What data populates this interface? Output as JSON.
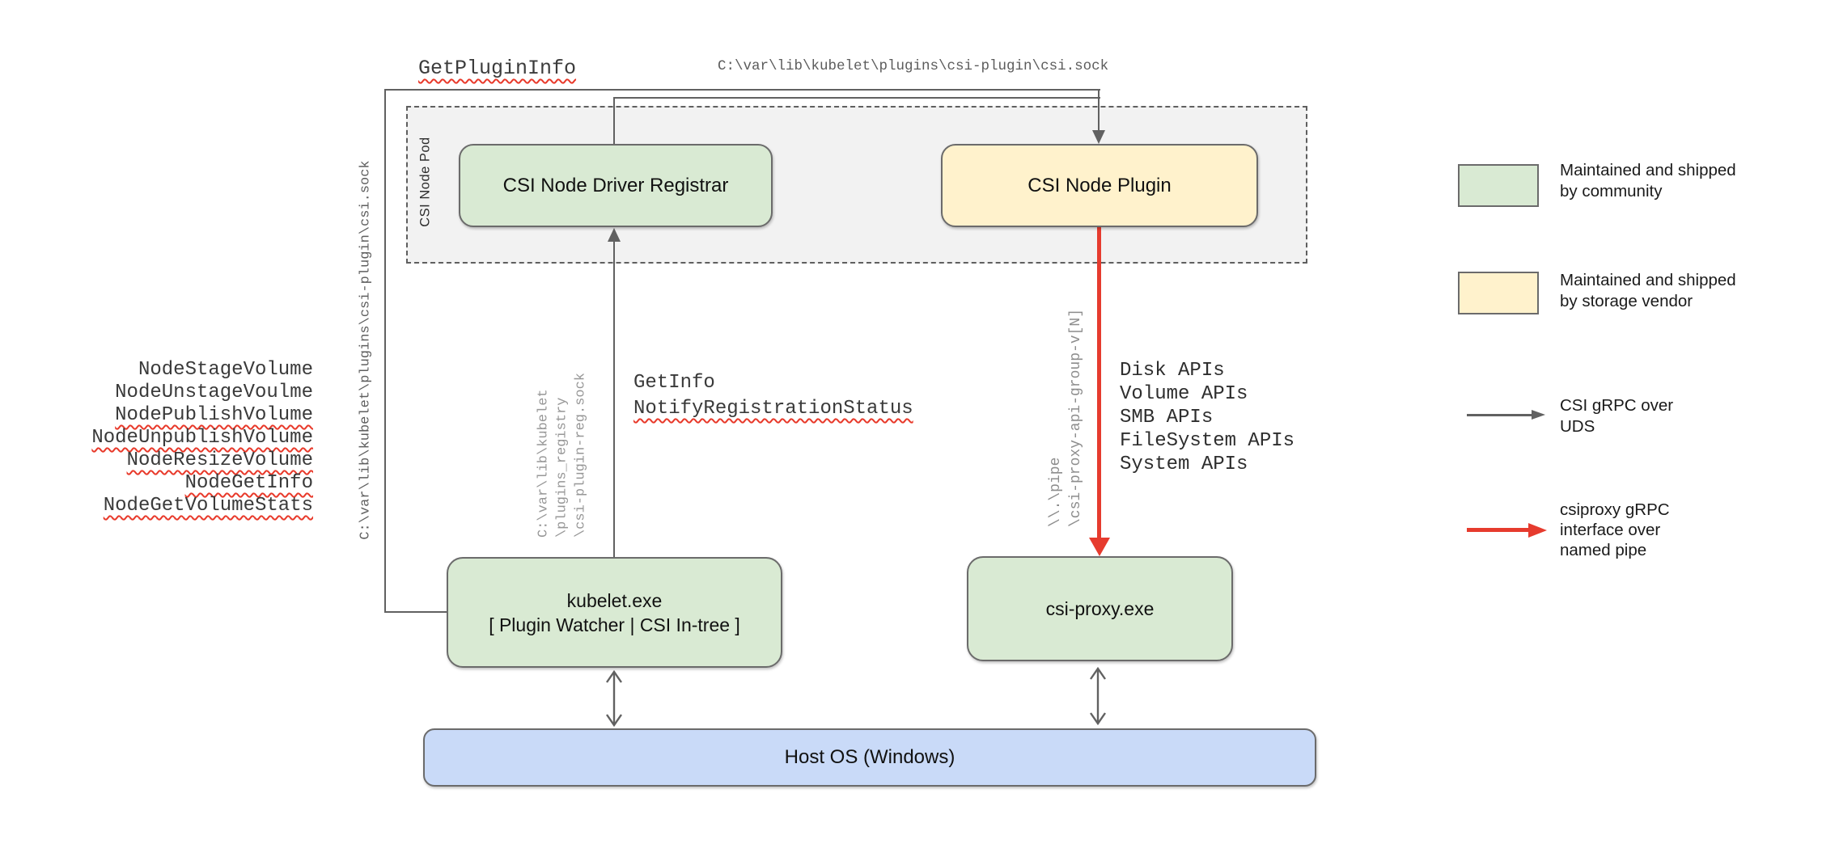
{
  "nodes": {
    "pod_label": "CSI Node Pod",
    "registrar": "CSI Node Driver Registrar",
    "plugin": "CSI Node Plugin",
    "kubelet_line1": "kubelet.exe",
    "kubelet_line2": "[ Plugin Watcher | CSI In-tree ]",
    "csi_proxy": "csi-proxy.exe",
    "host_os": "Host OS (Windows)"
  },
  "annotations": {
    "get_plugin_info": "GetPluginInfo",
    "csi_sock_top": "C:\\var\\lib\\kubelet\\plugins\\csi-plugin\\csi.sock",
    "csi_sock_left": "C:\\var\\lib\\kubelet\\plugins\\csi-plugin\\csi.sock",
    "registration_sock": "C:\\var\\lib\\kubelet\n\\plugins_registry\n\\csi-plugin-reg.sock",
    "pipe_path": "\\\\.\\pipe\n\\csi-proxy-api-group-v[N]",
    "get_info": "GetInfo",
    "notify_registration_status": "NotifyRegistrationStatus",
    "node_calls": [
      {
        "label": "NodeStageVolume",
        "underline": false
      },
      {
        "label": "NodeUnstageVoulme",
        "underline": false
      },
      {
        "label": "NodePublishVolume",
        "underline": true
      },
      {
        "label": "NodeUnpublishVolume",
        "underline": true
      },
      {
        "label": "NodeResizeVolume",
        "underline": true
      },
      {
        "label": "NodeGetInfo",
        "underline": true
      },
      {
        "label": "NodeGetVolumeStats",
        "underline": true
      }
    ],
    "api_calls": [
      "Disk APIs",
      "Volume APIs",
      "SMB APIs",
      "FileSystem APIs",
      "System APIs"
    ]
  },
  "legend": {
    "community": {
      "text": "Maintained and shipped\nby community"
    },
    "vendor": {
      "text": "Maintained and shipped\nby storage vendor"
    },
    "uds": {
      "text": "CSI gRPC over\nUDS"
    },
    "pipe": {
      "text": "csiproxy gRPC\ninterface over\nnamed pipe"
    }
  },
  "colors": {
    "community_green": "#d9ead3",
    "vendor_yellow": "#fff2cc",
    "host_blue": "#c9daf8",
    "pod_gray": "#f2f2f2",
    "line_gray": "#616161",
    "pipe_red": "#e63b2e",
    "squiggle_red": "#e8392a"
  }
}
